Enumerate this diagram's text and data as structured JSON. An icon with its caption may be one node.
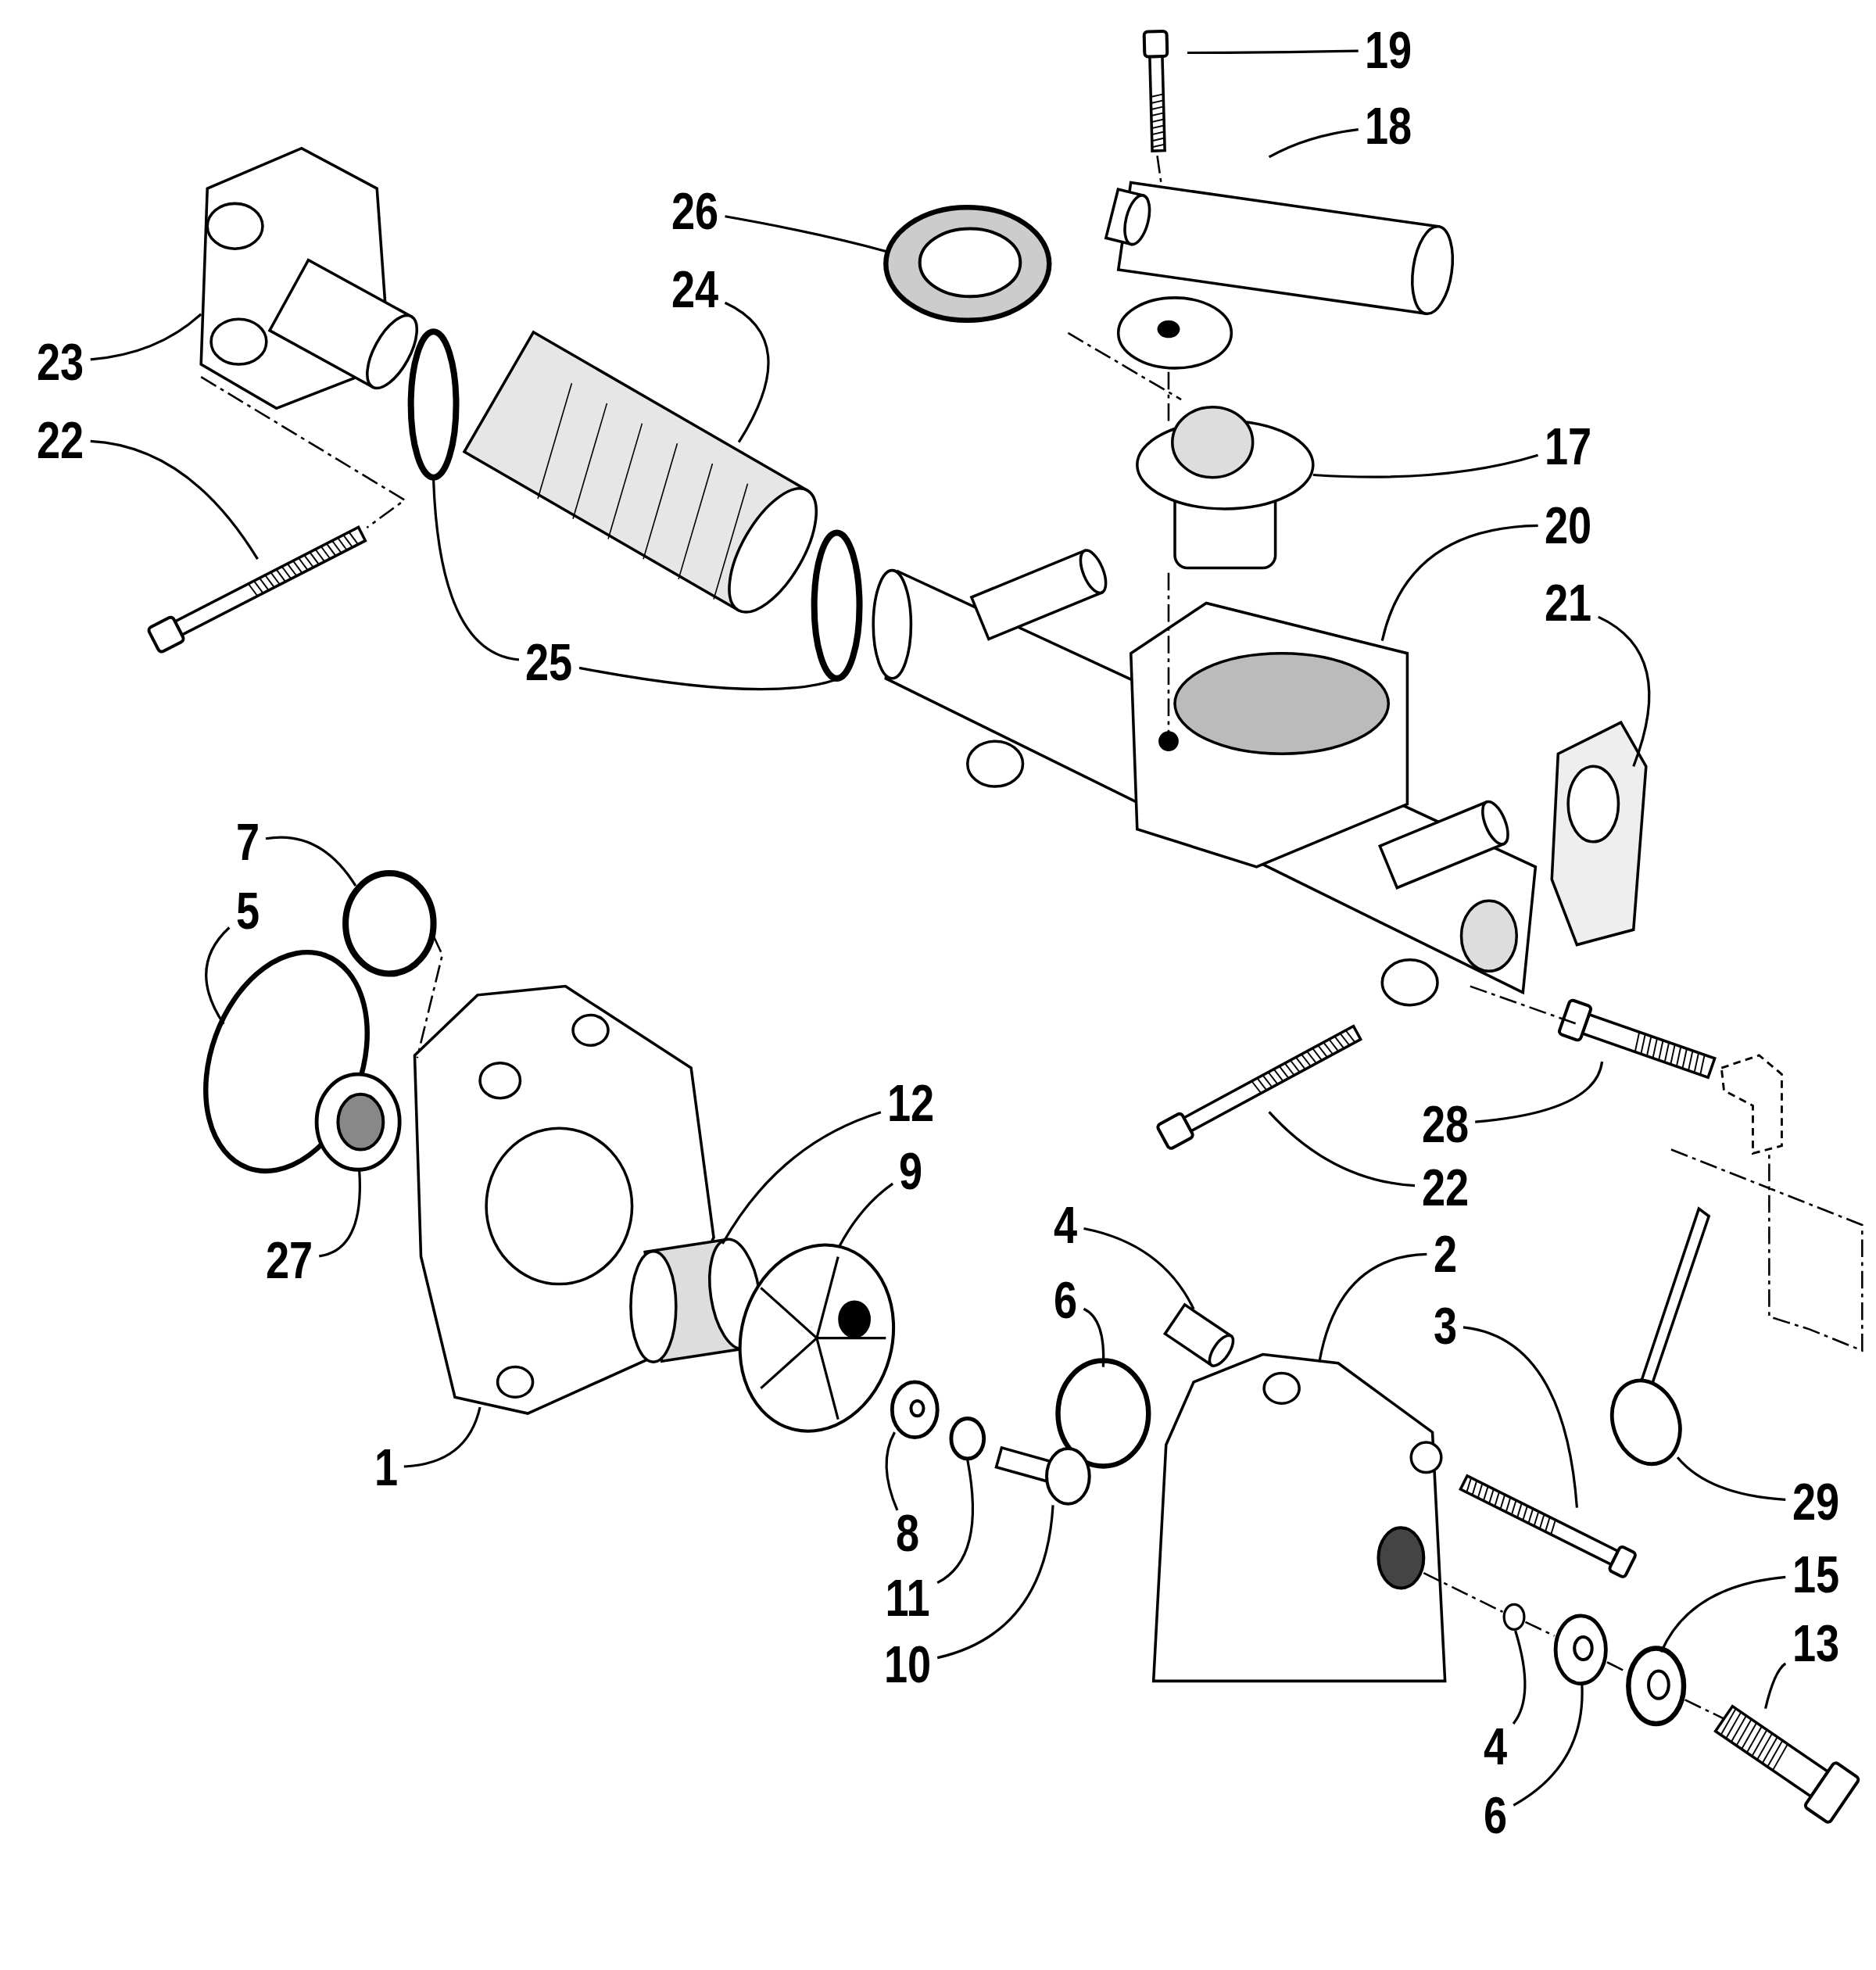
{
  "diagram": {
    "nodes": [
      {
        "text": [
          "19"
        ]
      },
      {
        "text": [
          "18"
        ]
      },
      {
        "text": [
          "26"
        ]
      },
      {
        "text": [
          "24"
        ]
      },
      {
        "text": [
          "23"
        ]
      },
      {
        "text": [
          "22"
        ]
      },
      {
        "text": [
          "17"
        ]
      },
      {
        "text": [
          "20"
        ]
      },
      {
        "text": [
          "21"
        ]
      },
      {
        "text": [
          "25"
        ]
      },
      {
        "text": [
          "7"
        ]
      },
      {
        "text": [
          "5"
        ]
      },
      {
        "text": [
          "12"
        ]
      },
      {
        "text": [
          "28"
        ]
      },
      {
        "text": [
          "9"
        ]
      },
      {
        "text": [
          "22"
        ]
      },
      {
        "text": [
          "4"
        ]
      },
      {
        "text": [
          "2"
        ]
      },
      {
        "text": [
          "27"
        ]
      },
      {
        "text": [
          "6"
        ]
      },
      {
        "text": [
          "3"
        ]
      },
      {
        "text": [
          "1"
        ]
      },
      {
        "text": [
          "29"
        ]
      },
      {
        "text": [
          "8"
        ]
      },
      {
        "text": [
          "15"
        ]
      },
      {
        "text": [
          "11"
        ]
      },
      {
        "text": [
          "13"
        ]
      },
      {
        "text": [
          "10"
        ]
      },
      {
        "text": [
          "4"
        ]
      },
      {
        "text": [
          "6"
        ]
      },
      {
        "text": [],
        "shape": "picture"
      },
      {
        "text": [],
        "shape": "picture"
      },
      {
        "text": [],
        "shape": "circle"
      },
      {
        "text": [],
        "shape": "picture"
      },
      {
        "text": [],
        "shape": "picture"
      },
      {
        "text": [],
        "shape": "circle"
      },
      {
        "text": [],
        "shape": "picture"
      },
      {
        "text": [],
        "shape": "picture"
      },
      {
        "text": [],
        "shape": "circle"
      },
      {
        "text": [],
        "shape": "picture"
      },
      {
        "text": [],
        "shape": "picture"
      },
      {
        "text": [],
        "shape": "circle"
      },
      {
        "text": [],
        "shape": "circle"
      },
      {
        "text": [],
        "shape": "picture"
      },
      {
        "text": [],
        "shape": "picture"
      },
      {
        "text": [],
        "shape": "picture"
      },
      {
        "text": [],
        "shape": "picture"
      },
      {
        "text": [],
        "shape": "cylinder"
      },
      {
        "text": [],
        "shape": "picture"
      },
      {
        "text": [],
        "shape": "picture"
      },
      {
        "text": [],
        "shape": "circle"
      },
      {
        "text": [],
        "shape": "picture"
      },
      {
        "text": [],
        "shape": "circle"
      },
      {
        "text": [],
        "shape": "circle"
      },
      {
        "text": [],
        "shape": "picture"
      },
      {
        "text": [],
        "shape": "picture"
      },
      {
        "text": [],
        "shape": "picture"
      },
      {
        "text": [],
        "shape": "circle"
      },
      {
        "text": [],
        "shape": "circle"
      },
      {
        "text": [],
        "shape": "circle"
      },
      {
        "text": [],
        "shape": "picture"
      }
    ],
    "edges": [
      {
        "from": 0,
        "to": 30,
        "arrow": "none"
      },
      {
        "from": 1,
        "to": 31,
        "arrow": "none"
      },
      {
        "from": 2,
        "to": 32,
        "arrow": "none"
      },
      {
        "from": 3,
        "to": 34,
        "arrow": "none"
      },
      {
        "from": 4,
        "to": 33,
        "arrow": "none"
      },
      {
        "from": 5,
        "to": 37,
        "arrow": "none"
      },
      {
        "from": 6,
        "to": 36,
        "arrow": "none"
      },
      {
        "from": 7,
        "to": 39,
        "arrow": "none"
      },
      {
        "from": 8,
        "to": 40,
        "arrow": "none"
      },
      {
        "from": 9,
        "to": 35,
        "arrow": "none"
      },
      {
        "from": 9,
        "to": 38,
        "arrow": "none"
      },
      {
        "from": 10,
        "to": 41,
        "arrow": "none"
      },
      {
        "from": 11,
        "to": 42,
        "arrow": "none"
      },
      {
        "from": 12,
        "to": 47,
        "arrow": "none"
      },
      {
        "from": 13,
        "to": 44,
        "arrow": "none"
      },
      {
        "from": 14,
        "to": 49,
        "arrow": "none"
      },
      {
        "from": 15,
        "to": 45,
        "arrow": "none"
      },
      {
        "from": 16,
        "to": 48,
        "arrow": "none"
      },
      {
        "from": 17,
        "to": 51,
        "arrow": "none"
      },
      {
        "from": 18,
        "to": 43,
        "arrow": "none"
      },
      {
        "from": 19,
        "to": 50,
        "arrow": "none"
      },
      {
        "from": 20,
        "to": 56,
        "arrow": "none"
      },
      {
        "from": 21,
        "to": 46,
        "arrow": "none"
      },
      {
        "from": 22,
        "to": 54,
        "arrow": "none"
      },
      {
        "from": 23,
        "to": 52,
        "arrow": "none"
      },
      {
        "from": 24,
        "to": 59,
        "arrow": "none"
      },
      {
        "from": 25,
        "to": 53,
        "arrow": "none"
      },
      {
        "from": 26,
        "to": 60,
        "arrow": "none"
      },
      {
        "from": 27,
        "to": 55,
        "arrow": "none"
      },
      {
        "from": 28,
        "to": 58,
        "arrow": "none"
      },
      {
        "from": 29,
        "to": 57,
        "arrow": "none"
      },
      {
        "from": 30,
        "to": 31,
        "arrow": "none",
        "style": "dashed"
      },
      {
        "from": 31,
        "to": 36,
        "arrow": "none",
        "style": "dashed"
      },
      {
        "from": 36,
        "to": 39,
        "arrow": "none",
        "style": "dashed"
      },
      {
        "from": 32,
        "to": 36,
        "arrow": "none",
        "style": "dashed"
      },
      {
        "from": 33,
        "to": 37,
        "arrow": "none",
        "style": "dashed"
      },
      {
        "from": 39,
        "to": 44,
        "arrow": "none",
        "style": "dashed"
      },
      {
        "from": 41,
        "to": 46,
        "arrow": "none",
        "style": "dashed"
      },
      {
        "from": 51,
        "to": 58,
        "arrow": "none",
        "style": "dashed"
      },
      {
        "from": 58,
        "to": 57,
        "arrow": "none",
        "style": "dashed"
      },
      {
        "from": 57,
        "to": 59,
        "arrow": "none",
        "style": "dashed"
      },
      {
        "from": 59,
        "to": 60,
        "arrow": "none",
        "style": "dashed"
      }
    ]
  }
}
